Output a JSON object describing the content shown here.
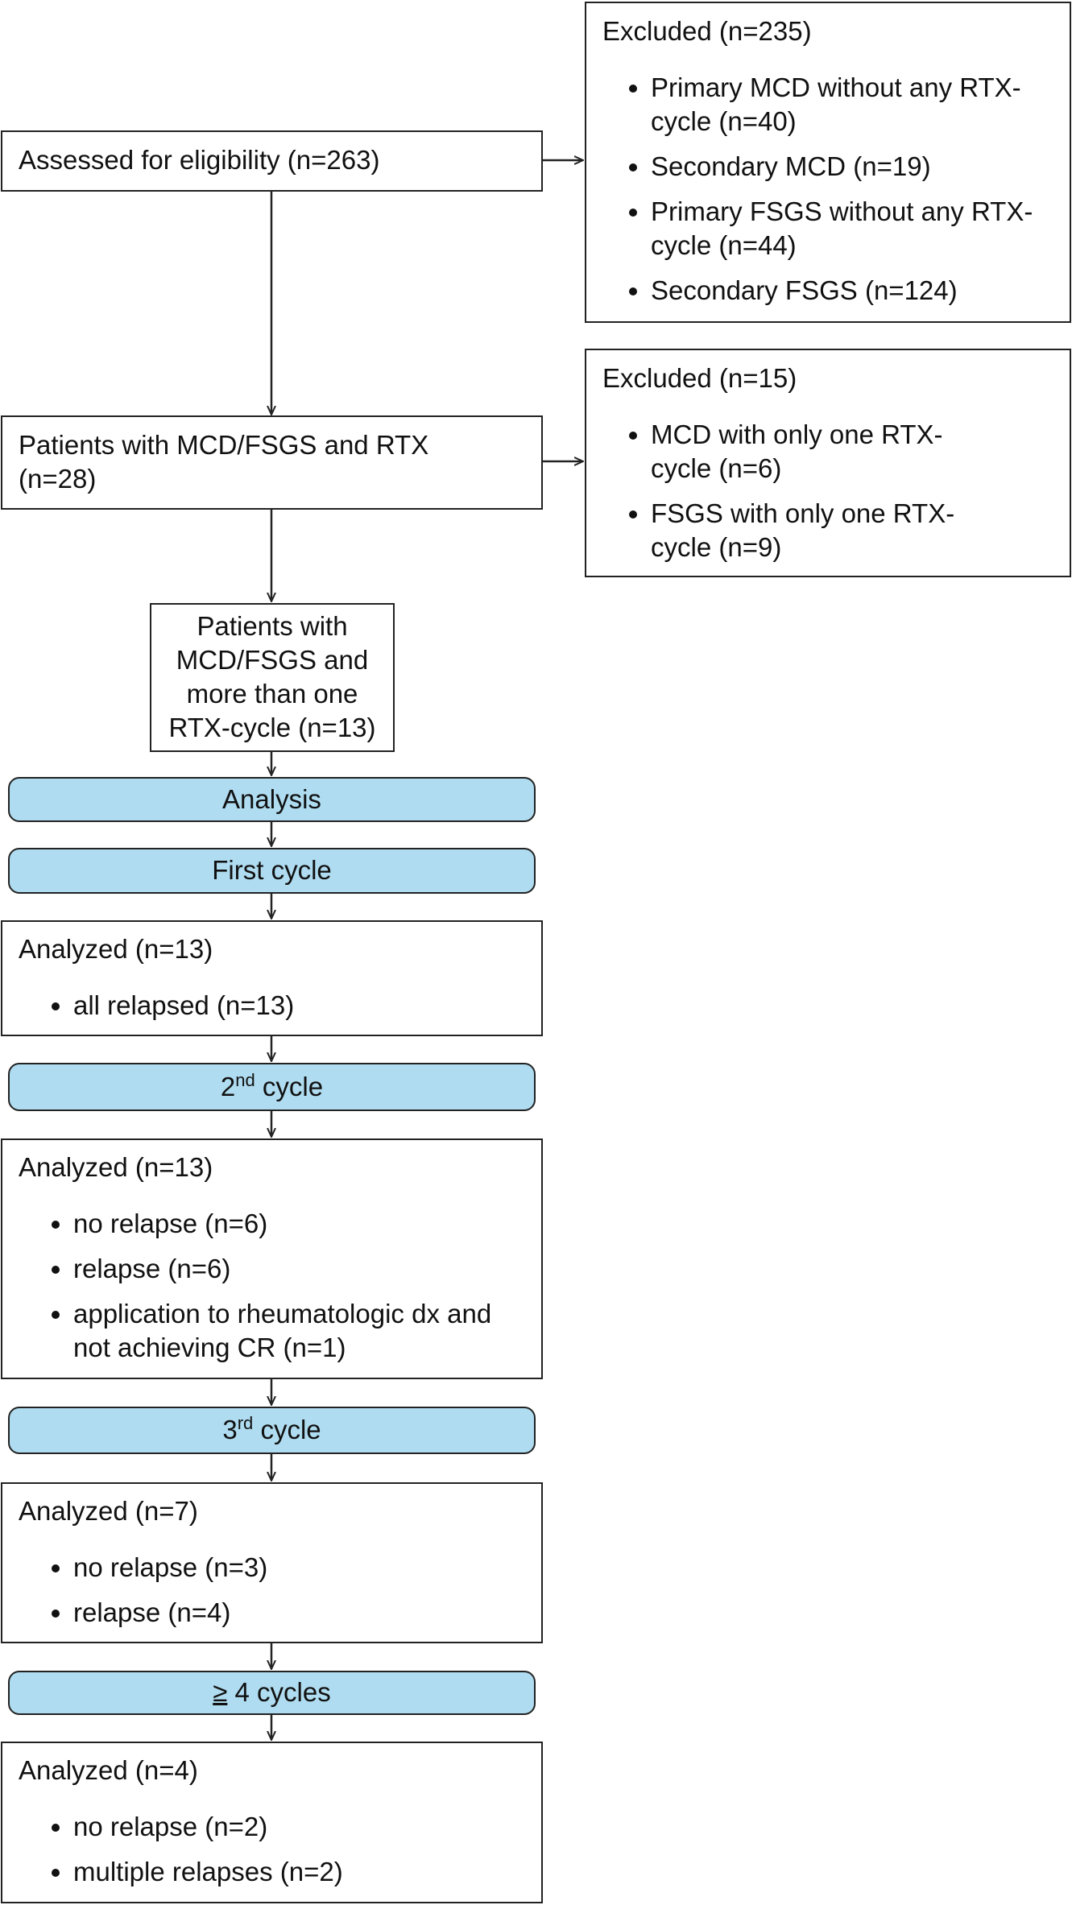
{
  "assessed": {
    "label": "Assessed for eligibility (n=263)"
  },
  "excluded1": {
    "title": "Excluded (n=235)",
    "items": [
      "Primary MCD without any RTX-cycle (n=40)",
      "Secondary MCD (n=19)",
      "Primary FSGS without any RTX-cycle (n=44)",
      "Secondary FSGS (n=124)"
    ]
  },
  "patients_rtx": {
    "label": "Patients with MCD/FSGS and RTX (n=28)"
  },
  "excluded2": {
    "title": "Excluded (n=15)",
    "items": [
      "MCD with only one RTX-cycle (n=6)",
      "FSGS with only one RTX-cycle (n=9)"
    ]
  },
  "patients_multi": {
    "label": "Patients with MCD/FSGS and more than one RTX-cycle (n=13)"
  },
  "stages": {
    "analysis": "Analysis",
    "first": "First cycle",
    "second_num": "2",
    "second_sup": "nd",
    "second_rest": "cycle",
    "third_num": "3",
    "third_sup": "rd",
    "third_rest": "cycle",
    "fourth_sym": "≥",
    "fourth_rest": "4 cycles"
  },
  "cycle1": {
    "title": "Analyzed (n=13)",
    "items": [
      "all relapsed (n=13)"
    ]
  },
  "cycle2": {
    "title": "Analyzed (n=13)",
    "items": [
      "no relapse (n=6)",
      "relapse (n=6)",
      "application to rheumatologic dx and not achieving CR (n=1)"
    ]
  },
  "cycle3": {
    "title": "Analyzed (n=7)",
    "items": [
      "no relapse (n=3)",
      "relapse (n=4)"
    ]
  },
  "cycle4": {
    "title": "Analyzed (n=4)",
    "items": [
      "no relapse (n=2)",
      "multiple relapses (n=2)"
    ]
  }
}
